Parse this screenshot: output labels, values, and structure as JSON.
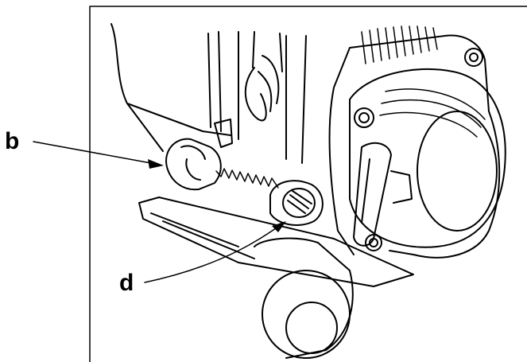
{
  "figure": {
    "callouts": [
      {
        "id": "b",
        "text": "b"
      },
      {
        "id": "d",
        "text": "d"
      }
    ],
    "colors": {
      "ink": "#000000",
      "paper": "#ffffff"
    }
  }
}
